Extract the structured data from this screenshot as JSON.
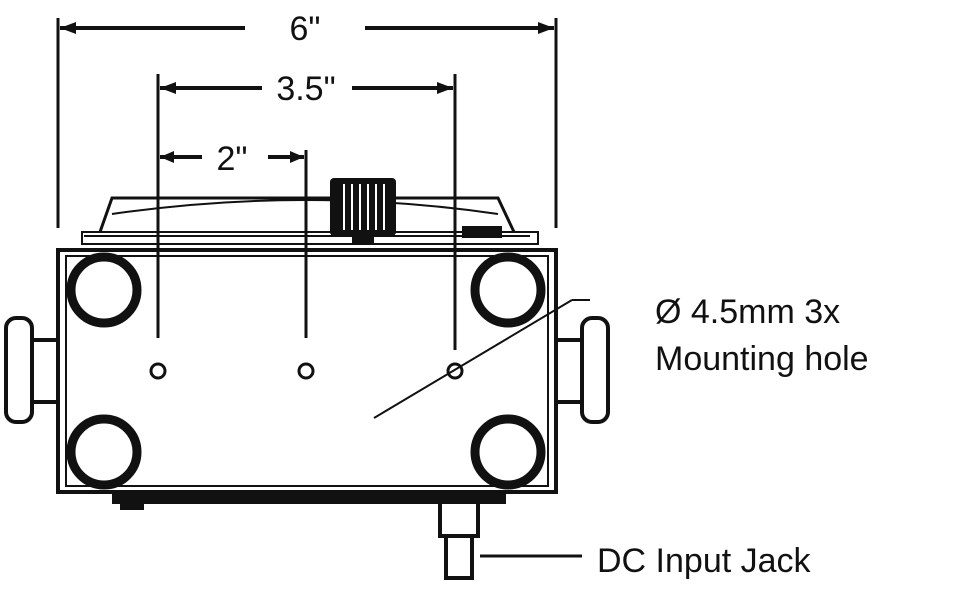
{
  "dimensions": {
    "overall_width": "6\"",
    "hole_spacing_outer": "3.5\"",
    "hole_spacing_inner": "2\""
  },
  "callouts": {
    "mounting_hole_line1": "Ø 4.5mm 3x",
    "mounting_hole_line2": "Mounting hole",
    "dc_input": "DC Input Jack"
  },
  "colors": {
    "ink": "#111111",
    "background": "#ffffff"
  }
}
